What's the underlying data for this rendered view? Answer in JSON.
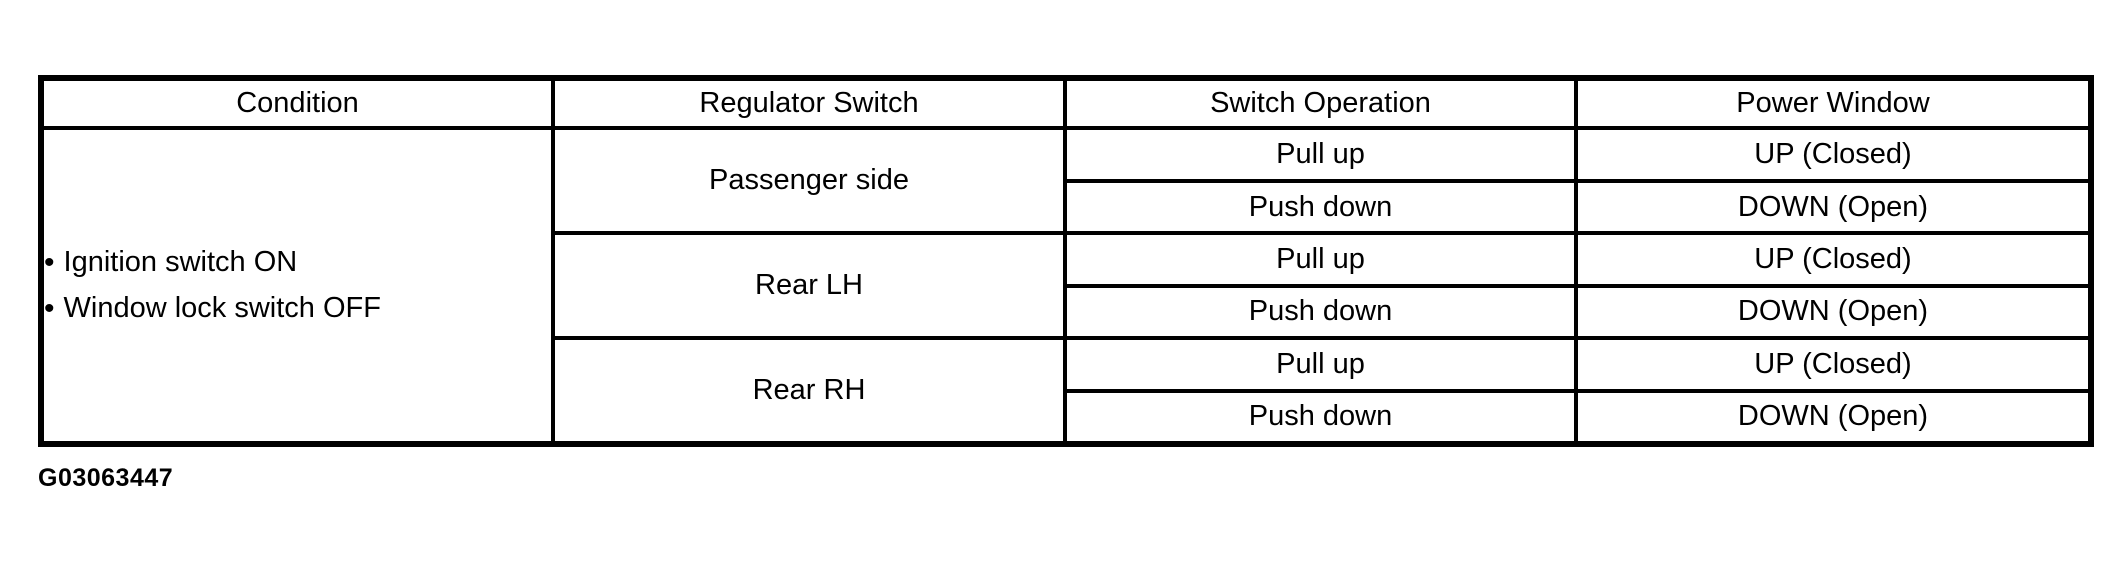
{
  "figure_id": "G03063447",
  "colors": {
    "border": "#000000",
    "text": "#000000",
    "background": "#ffffff"
  },
  "table": {
    "headers": {
      "condition": "Condition",
      "regulator_switch": "Regulator Switch",
      "switch_operation": "Switch Operation",
      "power_window": "Power Window"
    },
    "condition": {
      "bullet": "•",
      "items": [
        "Ignition switch ON",
        "Window lock switch OFF"
      ]
    },
    "groups": [
      {
        "regulator_switch": "Passenger side",
        "rows": [
          {
            "switch_operation": "Pull up",
            "power_window": "UP (Closed)"
          },
          {
            "switch_operation": "Push down",
            "power_window": "DOWN (Open)"
          }
        ]
      },
      {
        "regulator_switch": "Rear LH",
        "rows": [
          {
            "switch_operation": "Pull up",
            "power_window": "UP (Closed)"
          },
          {
            "switch_operation": "Push down",
            "power_window": "DOWN (Open)"
          }
        ]
      },
      {
        "regulator_switch": "Rear RH",
        "rows": [
          {
            "switch_operation": "Pull up",
            "power_window": "UP (Closed)"
          },
          {
            "switch_operation": "Push down",
            "power_window": "DOWN (Open)"
          }
        ]
      }
    ]
  }
}
